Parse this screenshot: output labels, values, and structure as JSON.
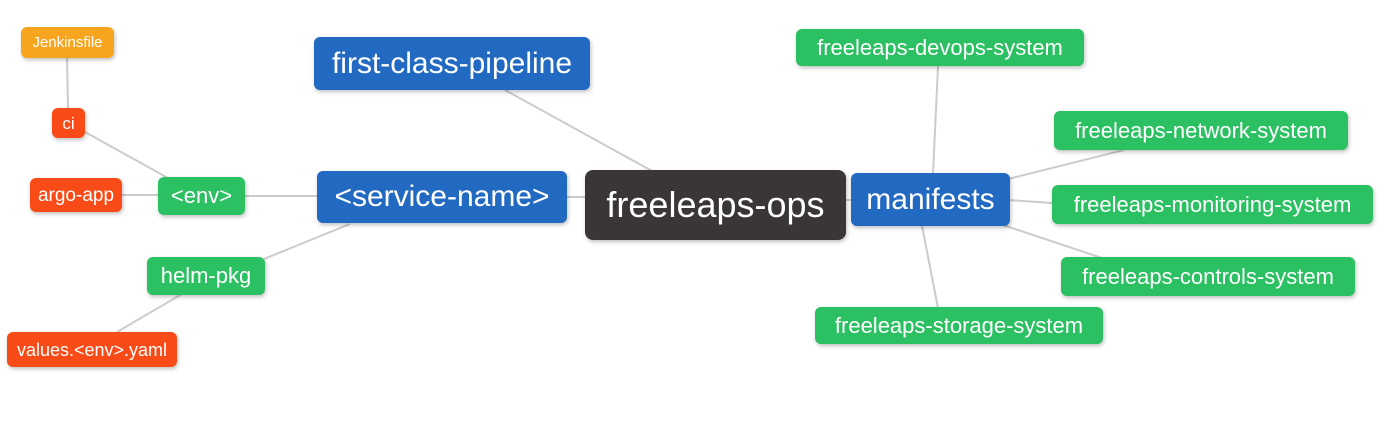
{
  "diagram": {
    "type": "mindmap",
    "colors": {
      "root_bg": "#3a3636",
      "branch_bg": "#2169c1",
      "leaf_green": "#2bc162",
      "leaf_red": "#f94b17",
      "leaf_orange": "#f7a41f",
      "connector": "#cccccc",
      "text": "#ffffff",
      "background": "#ffffff"
    },
    "nodes": {
      "root": {
        "label": "freeleaps-ops"
      },
      "first_class_pipeline": {
        "label": "first-class-pipeline"
      },
      "service_name": {
        "label": "<service-name>"
      },
      "env": {
        "label": "<env>"
      },
      "ci": {
        "label": "ci"
      },
      "jenkinsfile": {
        "label": "Jenkinsfile"
      },
      "argo_app": {
        "label": "argo-app"
      },
      "helm_pkg": {
        "label": "helm-pkg"
      },
      "values_env_yaml": {
        "label": "values.<env>.yaml"
      },
      "manifests": {
        "label": "manifests"
      },
      "devops_system": {
        "label": "freeleaps-devops-system"
      },
      "network_system": {
        "label": "freeleaps-network-system"
      },
      "monitoring_system": {
        "label": "freeleaps-monitoring-system"
      },
      "controls_system": {
        "label": "freeleaps-controls-system"
      },
      "storage_system": {
        "label": "freeleaps-storage-system"
      }
    },
    "edges": [
      {
        "from": "root",
        "to": "first_class_pipeline"
      },
      {
        "from": "root",
        "to": "service_name"
      },
      {
        "from": "root",
        "to": "manifests"
      },
      {
        "from": "service_name",
        "to": "env"
      },
      {
        "from": "service_name",
        "to": "helm_pkg"
      },
      {
        "from": "env",
        "to": "ci"
      },
      {
        "from": "env",
        "to": "argo_app"
      },
      {
        "from": "ci",
        "to": "jenkinsfile"
      },
      {
        "from": "helm_pkg",
        "to": "values_env_yaml"
      },
      {
        "from": "manifests",
        "to": "devops_system"
      },
      {
        "from": "manifests",
        "to": "network_system"
      },
      {
        "from": "manifests",
        "to": "monitoring_system"
      },
      {
        "from": "manifests",
        "to": "controls_system"
      },
      {
        "from": "manifests",
        "to": "storage_system"
      }
    ]
  }
}
